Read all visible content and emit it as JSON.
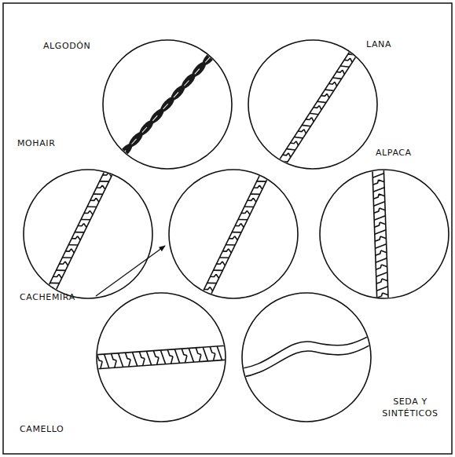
{
  "diagram": {
    "nodes": [
      {
        "text": [
          "ALGODÓN"
        ]
      },
      {
        "text": [
          "LANA"
        ]
      },
      {
        "text": [
          "MOHAIR"
        ]
      },
      {
        "text": [
          "CACHEMIRA"
        ]
      },
      {
        "text": [
          "ALPACA"
        ]
      },
      {
        "text": [
          "CAMELLO"
        ]
      },
      {
        "text": [
          "SEDA Y SINTÉTICOS"
        ]
      }
    ]
  }
}
